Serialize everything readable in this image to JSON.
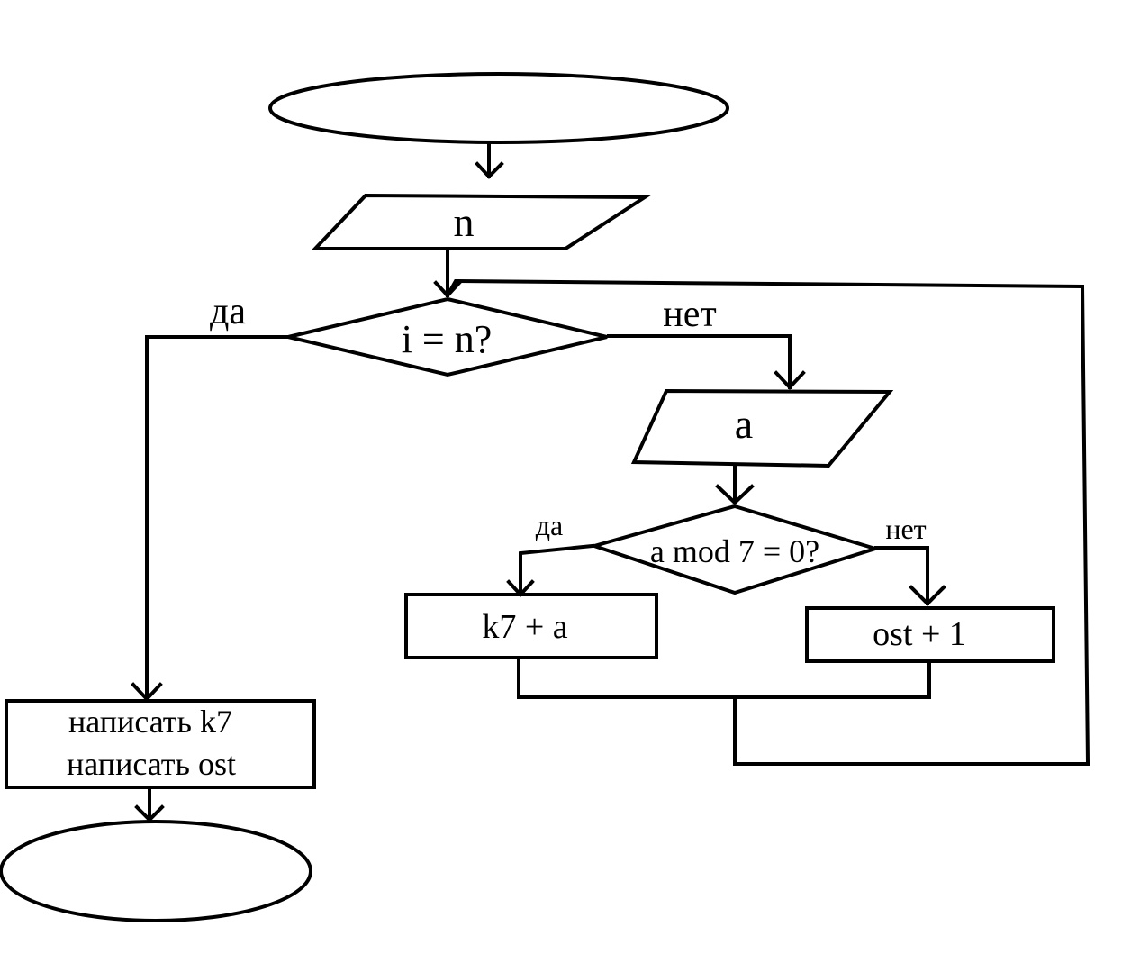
{
  "flowchart": {
    "input_n": "n",
    "decision_i_eq_n": "i = n?",
    "branch_yes_1": "да",
    "branch_no_1": "нет",
    "input_a": "a",
    "decision_mod": "a mod 7 = 0?",
    "branch_yes_2": "да",
    "branch_no_2": "нет",
    "process_k7": "k7 + a",
    "process_ost": "ost + 1",
    "output_line_1": "написать k7",
    "output_line_2": "написать ost"
  }
}
